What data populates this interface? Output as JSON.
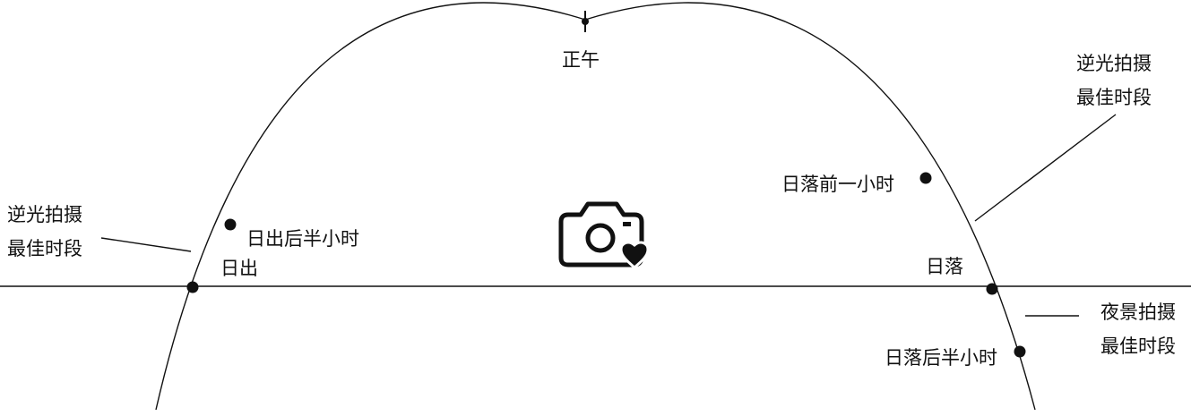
{
  "labels": {
    "noon": "正午",
    "sunrise": "日出",
    "sunset": "日落",
    "after_sunrise": "日出后半小时",
    "before_sunset": "日落前一小时",
    "after_sunset": "日落后半小时"
  },
  "notes": {
    "backlight_left": {
      "line1": "逆光拍摄",
      "line2": "最佳时段"
    },
    "backlight_right": {
      "line1": "逆光拍摄",
      "line2": "最佳时段"
    },
    "night": {
      "line1": "夜景拍摄",
      "line2": "最佳时段"
    }
  },
  "icons": {
    "center": "camera-heart-icon"
  },
  "colors": {
    "ink": "#111111",
    "background": "#ffffff"
  }
}
